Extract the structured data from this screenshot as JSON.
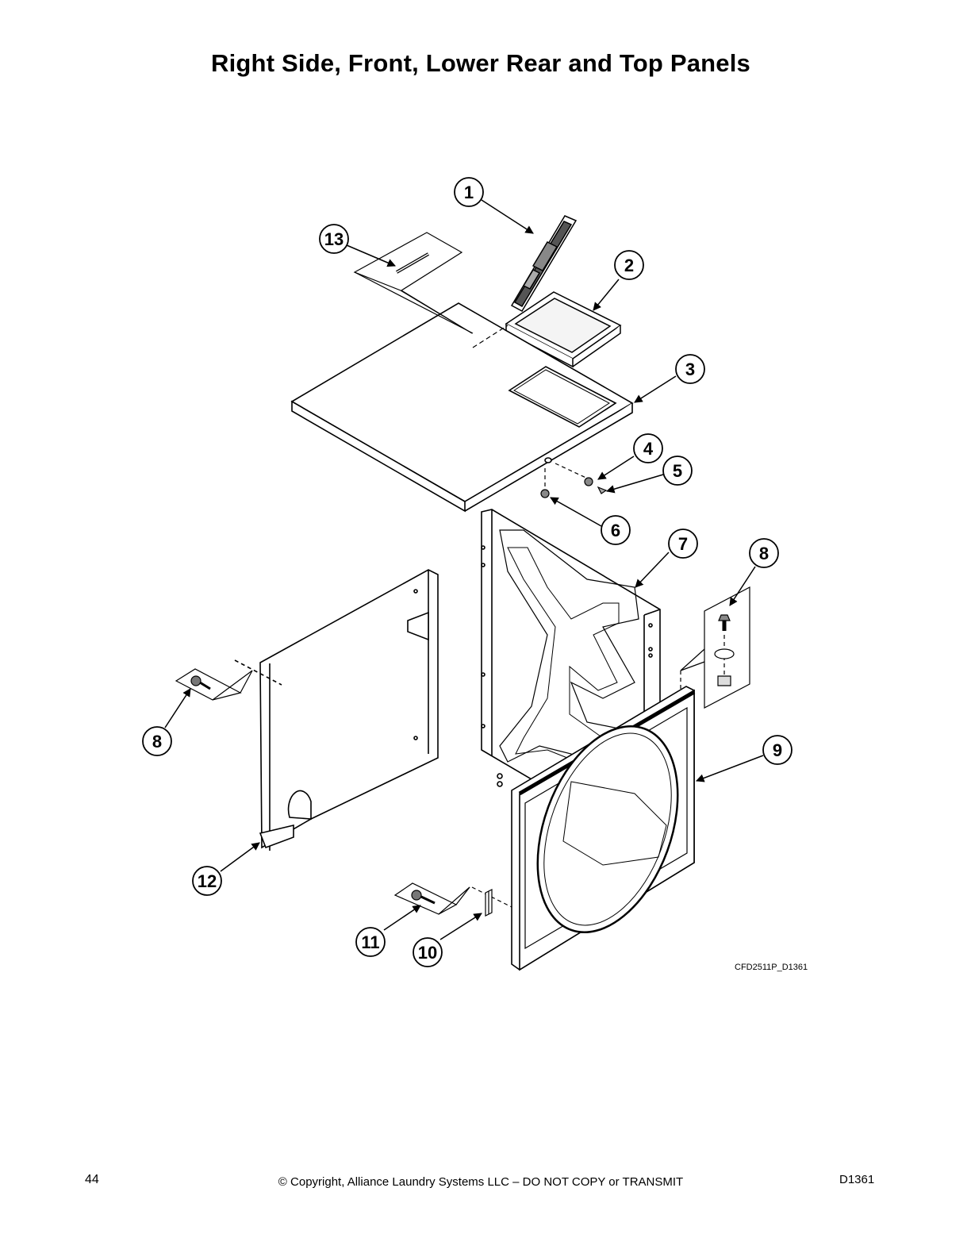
{
  "page": {
    "title": "Right Side, Front, Lower Rear and Top Panels",
    "drawing_id": "CFD2511P_D1361",
    "page_number": "44",
    "copyright": "© Copyright, Alliance Laundry Systems LLC – DO NOT COPY or TRANSMIT",
    "doc_code": "D1361"
  },
  "callouts": [
    "1",
    "2",
    "3",
    "4",
    "5",
    "6",
    "7",
    "8",
    "8",
    "9",
    "10",
    "11",
    "12",
    "13"
  ]
}
